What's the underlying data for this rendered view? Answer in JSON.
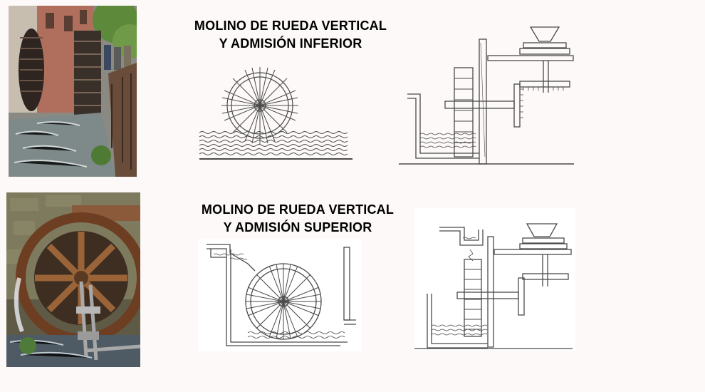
{
  "diagrams": {
    "inferior": {
      "title_line1": "MOLINO DE RUEDA VERTICAL",
      "title_line2": "Y ADMISIÓN INFERIOR"
    },
    "superior": {
      "title_line1": "MOLINO DE RUEDA VERTICAL",
      "title_line2": "Y ADMISIÓN SUPERIOR"
    }
  },
  "colors": {
    "background": "#fdf9f8",
    "ink": "#4a4a4a",
    "wood": "#7a4a2a",
    "water": "#9fb7c8"
  }
}
